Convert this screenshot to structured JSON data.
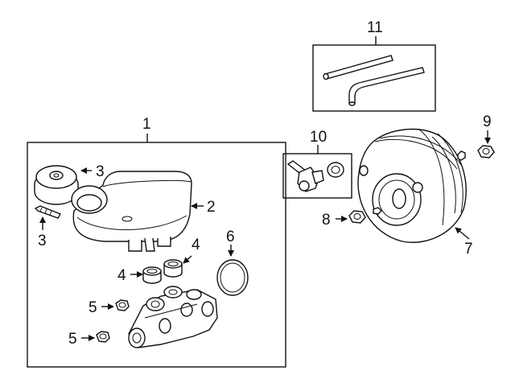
{
  "callouts": {
    "c1": "1",
    "c2": "2",
    "c3a": "3",
    "c3b": "3",
    "c4a": "4",
    "c4b": "4",
    "c5a": "5",
    "c5b": "5",
    "c6": "6",
    "c7": "7",
    "c8": "8",
    "c9": "9",
    "c10": "10",
    "c11": "11"
  }
}
